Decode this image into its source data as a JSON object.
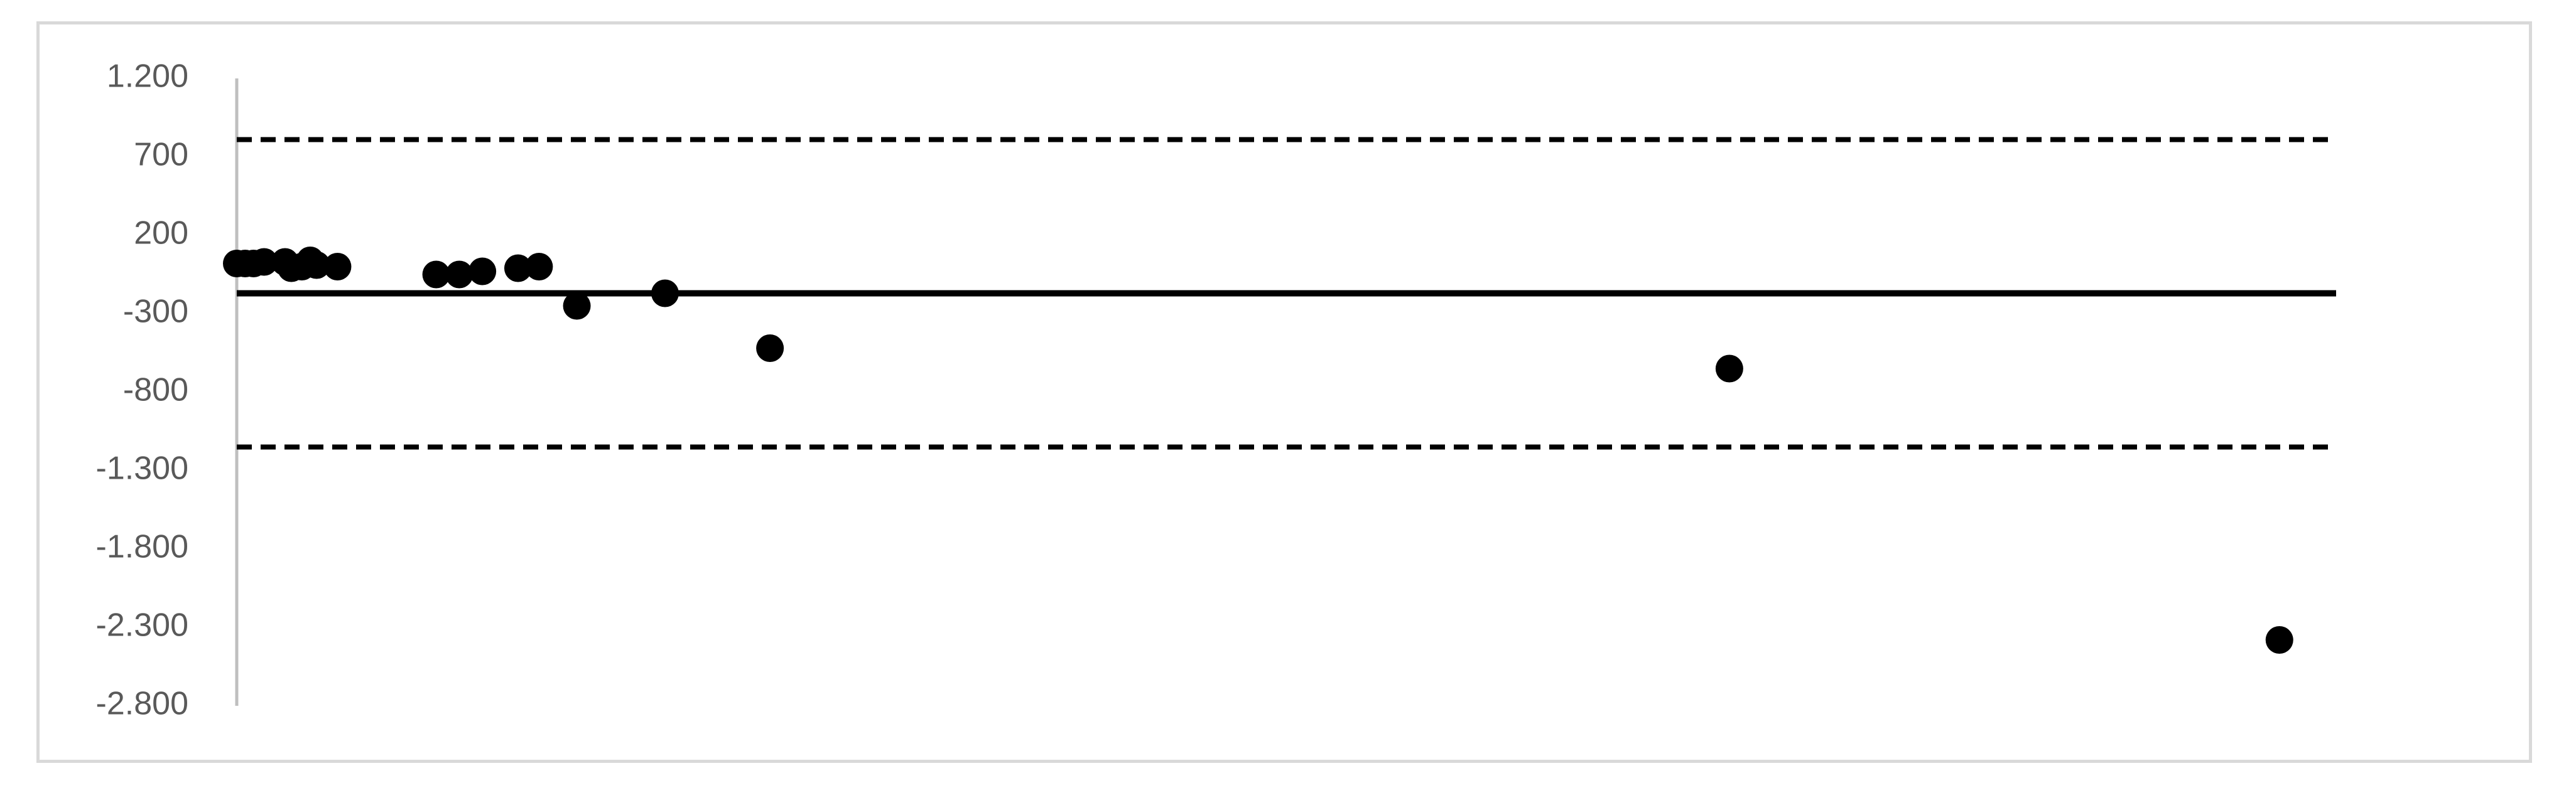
{
  "chart_data": {
    "type": "scatter",
    "title": "",
    "xlabel": "",
    "ylabel": "",
    "ylim": [
      -2800,
      1200
    ],
    "y_ticks": [
      1200,
      700,
      200,
      -300,
      -800,
      -1300,
      -1800,
      -2300,
      -2800
    ],
    "y_tick_labels": [
      "1.200",
      "700",
      "200",
      "-300",
      "-800",
      "-1.300",
      "-1.800",
      "-2.300",
      "-2.800"
    ],
    "xlim": [
      0,
      100
    ],
    "x_axis_visible": false,
    "grid": false,
    "legend": "none",
    "reference_lines": [
      {
        "name": "mean",
        "value": -170,
        "style": "solid"
      },
      {
        "name": "upper-limit",
        "value": 810,
        "style": "dashed"
      },
      {
        "name": "lower-limit",
        "value": -1150,
        "style": "dashed"
      }
    ],
    "points": [
      {
        "x": 0.0,
        "y": 20
      },
      {
        "x": 0.4,
        "y": 20
      },
      {
        "x": 0.8,
        "y": 20
      },
      {
        "x": 1.3,
        "y": 30
      },
      {
        "x": 2.3,
        "y": 30
      },
      {
        "x": 2.6,
        "y": -10
      },
      {
        "x": 3.1,
        "y": 0
      },
      {
        "x": 3.5,
        "y": 40
      },
      {
        "x": 3.8,
        "y": 10
      },
      {
        "x": 4.8,
        "y": 0
      },
      {
        "x": 9.5,
        "y": -50
      },
      {
        "x": 10.6,
        "y": -50
      },
      {
        "x": 11.7,
        "y": -30
      },
      {
        "x": 13.4,
        "y": -10
      },
      {
        "x": 14.4,
        "y": 0
      },
      {
        "x": 16.2,
        "y": -250
      },
      {
        "x": 20.4,
        "y": -170
      },
      {
        "x": 25.4,
        "y": -520
      },
      {
        "x": 71.1,
        "y": -650
      },
      {
        "x": 97.3,
        "y": -2380
      }
    ],
    "colors": {
      "marker": "#000000",
      "reference_line": "#000000",
      "axis": "#bfbfbf",
      "frame": "#d9d9d9",
      "tick_label": "#595959"
    }
  }
}
